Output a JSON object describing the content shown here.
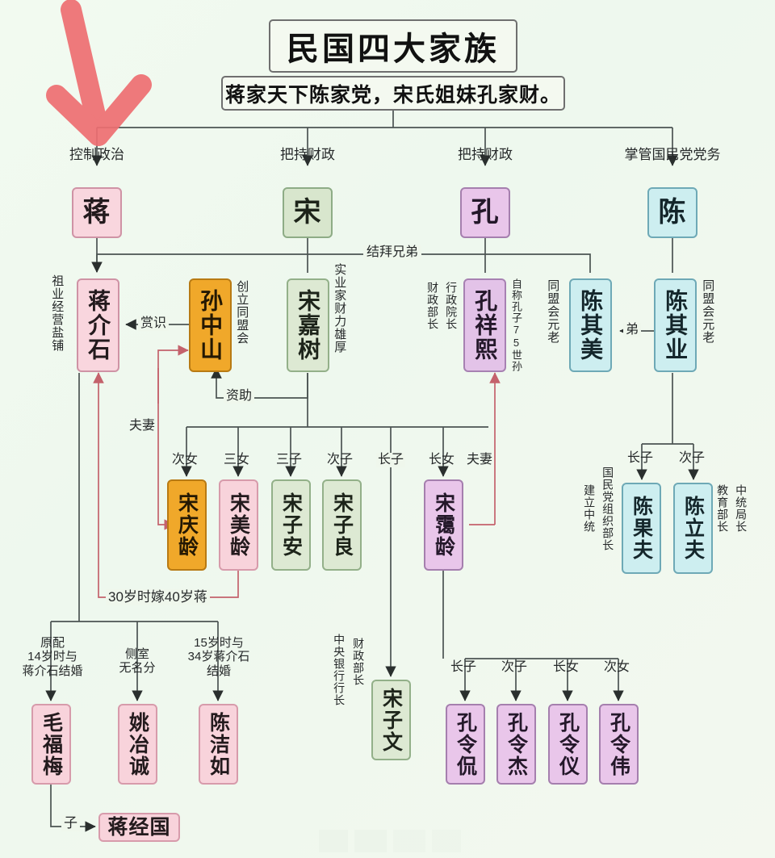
{
  "header": {
    "title": "民国四大家族",
    "subtitle": "蒋家天下陈家党，宋氏姐妹孔家财。"
  },
  "families": [
    {
      "role": "控制政治",
      "surname": "蒋"
    },
    {
      "role": "把持财政",
      "surname": "宋"
    },
    {
      "role": "把持财政",
      "surname": "孔"
    },
    {
      "role": "掌管国民党党务",
      "surname": "陈"
    }
  ],
  "people": {
    "jiang_jieshi": "蒋介石",
    "sun_zhongshan": "孙中山",
    "song_jiashu": "宋嘉树",
    "kong_xiangxi": "孔祥熙",
    "chen_qimei": "陈其美",
    "chen_qiye": "陈其业",
    "song_qingling": "宋庆龄",
    "song_meiling": "宋美龄",
    "song_zian": "宋子安",
    "song_ziliang": "宋子良",
    "song_ailing": "宋霭龄",
    "song_ziwen": "宋子文",
    "chen_guofu": "陈果夫",
    "chen_lifu": "陈立夫",
    "mao_fumei": "毛福梅",
    "yao_yecheng": "姚冶诚",
    "chen_jieru": "陈洁如",
    "jiang_jingguo": "蒋经国",
    "kong_lingkan": "孔令侃",
    "kong_lingjie": "孔令杰",
    "kong_lingyi": "孔令仪",
    "kong_lingwei": "孔令伟"
  },
  "annotations": {
    "zuye": "祖业经营盐铺",
    "shangshi": "赏识",
    "chuangli": "创立同盟会",
    "zizhu": "资助",
    "shiyejia": "实业家财力雄厚",
    "jiebai": "结拜兄弟",
    "caizheng_buzhang": "财政部长",
    "xingzhengyuan": "行政院长",
    "zicheng": "自称孔子75世孙",
    "tongmenghui_1": "同盟会元老",
    "tongmenghui_2": "同盟会元老",
    "di": "弟",
    "fuqi_sun": "夫妻",
    "fuqi_kong": "夫妻",
    "ci_nv": "次女",
    "san_nv": "三女",
    "san_zi": "三子",
    "ci_zi": "次子",
    "zhang_zi_song": "长子",
    "zhang_nv": "长女",
    "song30": "30岁时嫁40岁蒋",
    "yuanpei": "原配\n14岁时与\n蒋介石结婚",
    "ceshi": "侧室\n无名分",
    "chenjieru_note": "15岁时与\n34岁蒋介石\n结婚",
    "zi": "子",
    "ziwen_job1": "财政部长",
    "ziwen_job2": "中央银行行长",
    "chen_zhangzi": "长子",
    "chen_cizi": "次子",
    "guofu_job1": "国民党组织部长",
    "guofu_job2": "建立中统",
    "lifu_job1": "教育部长",
    "lifu_job2": "中统局长",
    "kong_zhangzi": "长子",
    "kong_cizi": "次子",
    "kong_zhangnv": "长女",
    "kong_cinv": "次女"
  },
  "colors": {
    "jiang": "#f9d6de",
    "song": "#d8e6cd",
    "kong": "#e9c6ea",
    "chen": "#cdeef0",
    "sun": "#f0a82a",
    "arrow_highlight": "#e8646a",
    "line": "#4b5452",
    "background": "#eef8ee"
  }
}
